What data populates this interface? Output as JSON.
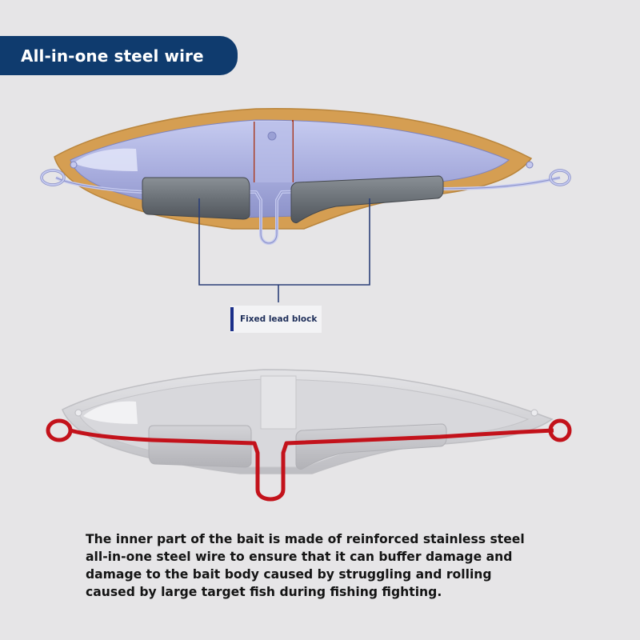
{
  "title": "All-in-one steel wire",
  "callout": {
    "label": "Fixed lead block"
  },
  "caption": {
    "lines": [
      "The inner part of the bait is made of reinforced stainless steel",
      "all-in-one steel wire to ensure that it can buffer damage and",
      "damage to the bait body caused by struggling and rolling",
      "caused by large target fish during fishing fighting."
    ]
  },
  "colors": {
    "background": "#e6e5e7",
    "banner": "#0f3b6e",
    "shell_outline": "#d7a255",
    "body_fill": "#aab0e0",
    "lead_block": "#6c7278",
    "wire_top": "#c9cdef",
    "wire_bottom": "#c9171e",
    "bracket": "#2b3f78"
  },
  "icons": [
    "lure-cutaway-diagram",
    "lure-gray-diagram"
  ]
}
